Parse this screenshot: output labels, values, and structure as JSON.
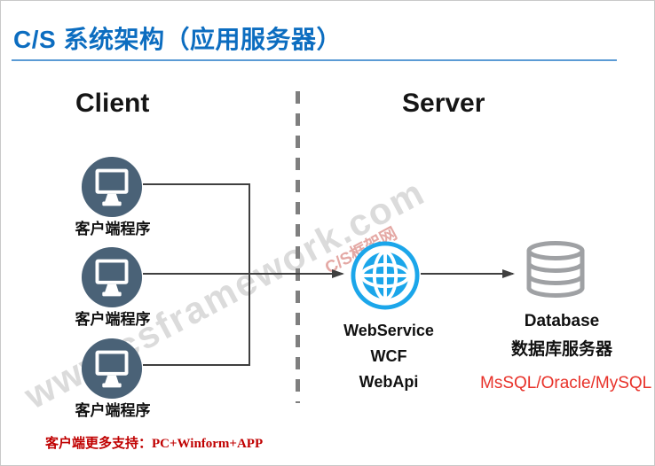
{
  "title": "C/S 系统架构（应用服务器）",
  "client_section": {
    "heading": "Client",
    "nodes": [
      {
        "label": "客户端程序"
      },
      {
        "label": "客户端程序"
      },
      {
        "label": "客户端程序"
      }
    ]
  },
  "server_section": {
    "heading": "Server",
    "app_server": {
      "services": [
        "WebService",
        "WCF",
        "WebApi"
      ]
    },
    "database": {
      "name": "Database",
      "label_cn": "数据库服务器",
      "engines": "MsSQL/Oracle/MySQL"
    }
  },
  "footer": {
    "note": "客户端更多支持：PC+Winform+APP"
  },
  "watermark": {
    "large": "www.csframework.com",
    "small": "C/S框架网"
  },
  "colors": {
    "title_blue": "#0c6dc0",
    "underline_blue": "#5b9bd5",
    "client_icon_bg": "#4a6277",
    "globe_blue": "#1ba6ea",
    "database_gray": "#9fa1a4",
    "connector_dark": "#3f3f3f",
    "divider_gray": "#7f7f7f",
    "engines_red": "#e8322a",
    "footer_red": "#c00000"
  }
}
